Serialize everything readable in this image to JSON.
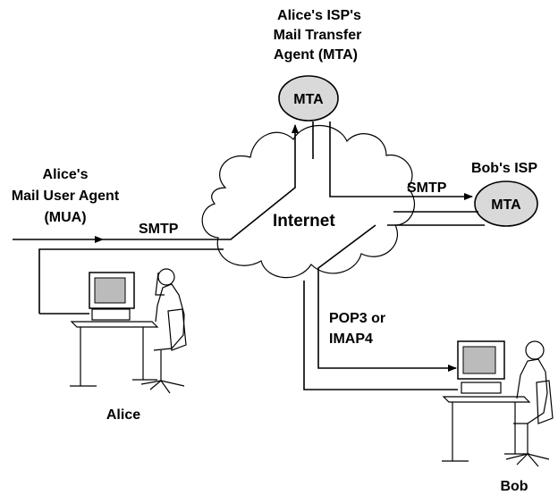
{
  "labels": {
    "alice_isp_line1": "Alice's ISP's",
    "alice_isp_line2": "Mail Transfer",
    "alice_isp_line3": "Agent (MTA)",
    "mta_top": "MTA",
    "bob_isp": "Bob's ISP",
    "mta_right": "MTA",
    "smtp_right": "SMTP",
    "smtp_left": "SMTP",
    "internet": "Internet",
    "mua_line1": "Alice's",
    "mua_line2": "Mail User Agent",
    "mua_line3": "(MUA)",
    "pop_line1": "POP3 or",
    "pop_line2": "IMAP4",
    "alice": "Alice",
    "bob": "Bob"
  },
  "colors": {
    "cloud_fill": "#d9d9d9",
    "mta_fill": "#d9d9d9",
    "stroke": "#000000"
  }
}
